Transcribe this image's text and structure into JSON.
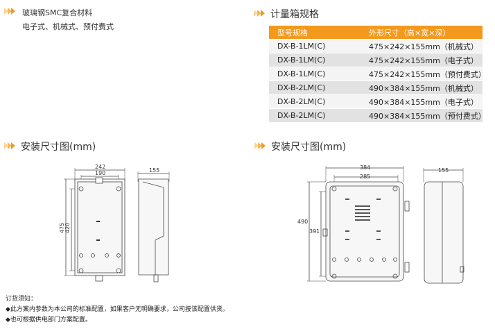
{
  "material": {
    "line1": "玻璃钢SMC复合材料",
    "line2": "电子式、机械式、预付费式"
  },
  "spec_title": "计量箱规格",
  "spec_table": {
    "headers": [
      "型号规格",
      "外形尺寸（高×宽×深）"
    ],
    "rows": [
      [
        "DX-B-1LM(C)",
        "475×242×155mm（机械式）"
      ],
      [
        "DX-B-1LM(C)",
        "475×242×155mm（电子式）"
      ],
      [
        "DX-B-1LM(C)",
        "475×242×155mm（预付费式）"
      ],
      [
        "DX-B-2LM(C)",
        "490×384×155mm（机械式）"
      ],
      [
        "DX-B-2LM(C)",
        "490×384×155mm（电子式）"
      ],
      [
        "DX-B-2LM(C)",
        "490×384×155mm（预付费式）"
      ]
    ]
  },
  "install_titles": {
    "left": "安装尺寸图(mm)",
    "right": "安装尺寸图(mm)"
  },
  "drawing_left": {
    "width_outer": "242",
    "width_inner": "190",
    "height_outer": "475",
    "height_inner": "420",
    "depth": "155"
  },
  "drawing_right": {
    "width_outer": "384",
    "width_inner": "285",
    "height_outer": "490",
    "height_inner": "391",
    "depth": "155"
  },
  "notes": {
    "title": "订货须知：",
    "line1": "◆此方案内参数为本公司的标准配置，如果客户无明确要求，公司按该配置供货。",
    "line2": "◆也可根据供电部门方案配置。"
  },
  "colors": {
    "accent": "#f39a1e",
    "header_text": "#ffffff"
  }
}
